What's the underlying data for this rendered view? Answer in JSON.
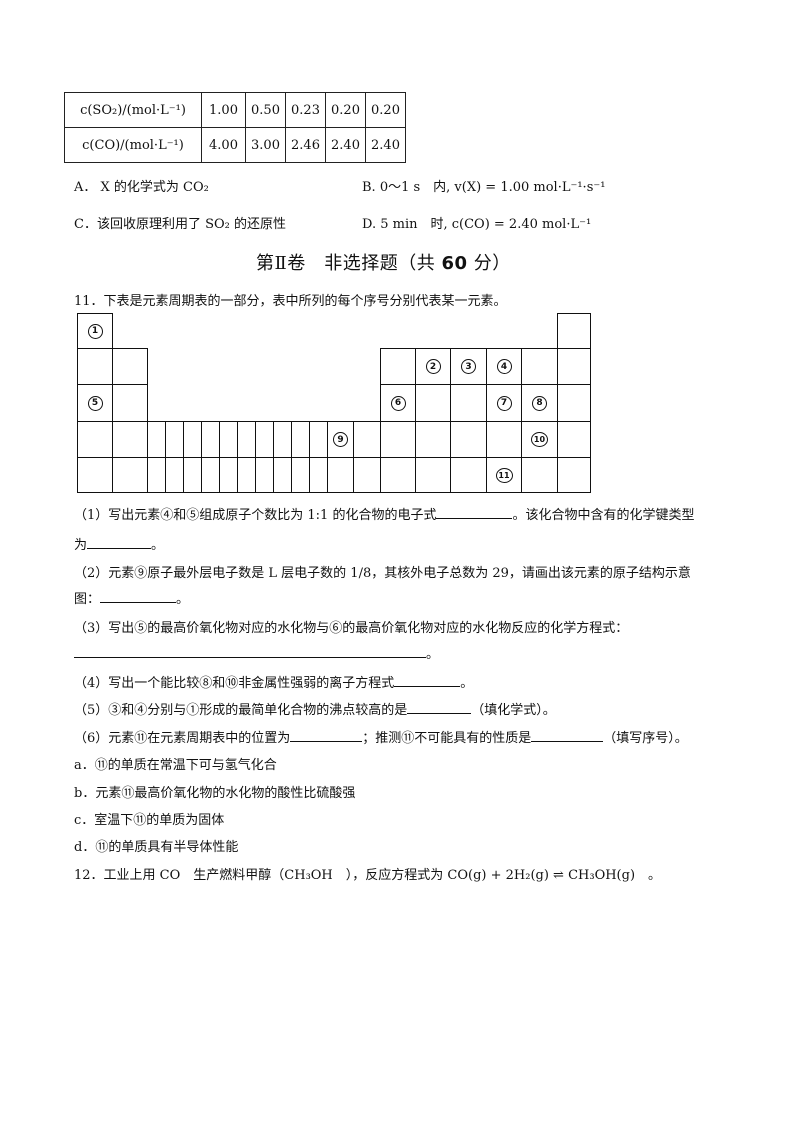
{
  "table": {
    "rows": [
      {
        "label": "c(SO₂)/(mol·L⁻¹)",
        "values": [
          "1.00",
          "0.50",
          "0.23",
          "0.20",
          "0.20"
        ]
      },
      {
        "label": "c(CO)/(mol·L⁻¹)",
        "values": [
          "4.00",
          "3.00",
          "2.46",
          "2.40",
          "2.40"
        ]
      }
    ]
  },
  "options": {
    "a": "A． X 的化学式为 CO₂",
    "b": "B. 0～1 s　内, v(X) = 1.00 mol·L⁻¹·s⁻¹",
    "c": "C．该回收原理利用了 SO₂ 的还原性",
    "d": "D. 5 min　时, c(CO) = 2.40 mol·L⁻¹"
  },
  "section": {
    "title": "第Ⅱ卷　非选择题（共",
    "score": "60",
    "tail": "分）"
  },
  "q11": {
    "stem": "11．下表是元素周期表的一部分，表中所列的每个序号分别代表某一元素。",
    "marks": [
      "1",
      "2",
      "3",
      "4",
      "5",
      "6",
      "7",
      "8",
      "9",
      "10",
      "11"
    ],
    "p1a": "（1）写出元素④和⑤组成原子个数比为 1:1 的化合物的电子式",
    "p1b": "。该化合物中含有的化学键类型",
    "p1c": "为",
    "p1d": "。",
    "p2a": "（2）元素⑨原子最外层电子数是 L 层电子数的 1/8，其核外电子总数为 29，请画出该元素的原子结构示意",
    "p2b": "图：",
    "p2c": "。",
    "p3a": "（3）写出⑤的最高价氧化物对应的水化物与⑥的最高价氧化物对应的水化物反应的化学方程式：",
    "p3b": "。",
    "p4a": "（4）写出一个能比较⑧和⑩非金属性强弱的离子方程式",
    "p4b": "。",
    "p5a": "（5）③和④分别与①形成的最简单化合物的沸点较高的是",
    "p5b": "（填化学式）。",
    "p6a": "（6）元素⑪在元素周期表中的位置为",
    "p6b": "；推测⑪不可能具有的性质是",
    "p6c": "（填写序号）。",
    "oa": "a．⑪的单质在常温下可与氢气化合",
    "ob": "b．元素⑪最高价氧化物的水化物的酸性比硫酸强",
    "oc": "c．室温下⑪的单质为固体",
    "od": "d．⑪的单质具有半导体性能"
  },
  "q12": {
    "a": "12．工业上用 CO　生产燃料甲醇（CH₃OH　），反应方程式为 CO(g) + 2H₂(g) ⇌ CH₃OH(g)　。"
  }
}
